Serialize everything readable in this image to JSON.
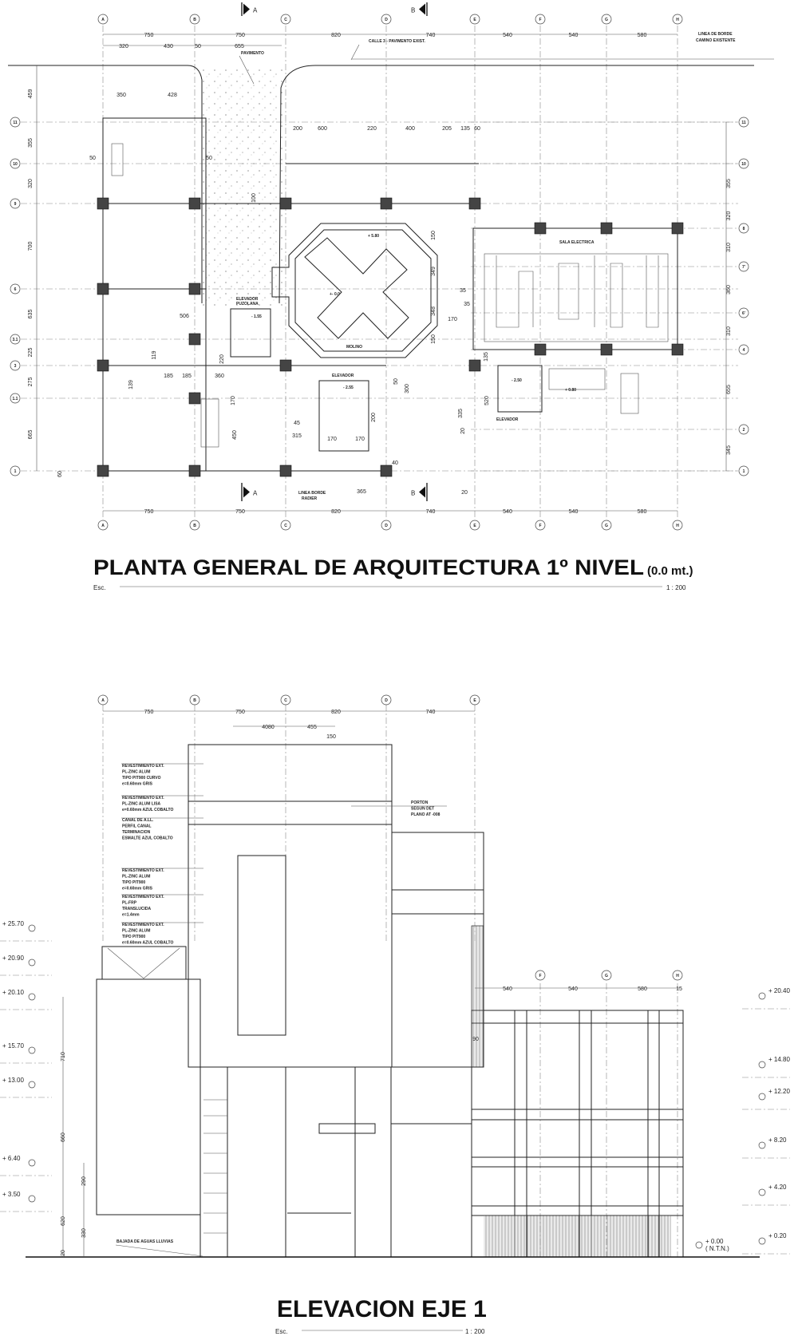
{
  "plan": {
    "title": "PLANTA GENERAL DE ARQUITECTURA 1º NIVEL",
    "title_suffix": "(0.0 mt.)",
    "scale_label": "Esc.",
    "scale_value": "1 : 200",
    "columns": [
      "A",
      "B",
      "C",
      "D",
      "E",
      "F",
      "G",
      "H"
    ],
    "rows_left": [
      "11",
      "10",
      "9",
      "6",
      "3.1",
      "3",
      "1.1",
      "1"
    ],
    "rows_right": [
      "11",
      "10",
      "8",
      "7'",
      "6'",
      "4",
      "2",
      "1"
    ],
    "section_markers": [
      "A",
      "B"
    ],
    "top_dims": [
      "750",
      "750",
      "820",
      "740",
      "540",
      "540",
      "580"
    ],
    "top_subdims": [
      "320",
      "430",
      "50",
      "655"
    ],
    "bottom_dims": [
      "750",
      "750",
      "820",
      "740",
      "540",
      "540",
      "580"
    ],
    "left_dims": [
      "459",
      "355",
      "320",
      "700",
      "635",
      "225",
      "275",
      "665"
    ],
    "right_dims": [
      "355",
      "320",
      "310",
      "360",
      "310",
      "655",
      "345"
    ],
    "labels": {
      "pavimento": "PAVIMENTO",
      "calle": "CALLE 3 - PAVIMENTO EXIST.",
      "linea_borde_1": "LINEA DE BORDE",
      "linea_borde_2": "CAMINO EXISTENTE",
      "elevador_puzolana_1": "ELEVADOR",
      "elevador_puzolana_2": "PUZOLANA",
      "molino": "MOLINO",
      "sala_electrica": "SALA ELECTRICA",
      "elevador_1": "ELEVADOR",
      "elevador_2": "ELEVADOR",
      "linea_radier_1": "LINEA BORDE",
      "linea_radier_2": "RADIER"
    },
    "levels": [
      "+ 5.80",
      "+- 0.0",
      "- 1.55",
      "- 2.55",
      "- 2.50",
      "+ 0.80"
    ],
    "misc_dims": [
      "350",
      "428",
      "50",
      "50",
      "200",
      "600",
      "220",
      "400",
      "205",
      "135",
      "60",
      "100",
      "506",
      "185",
      "185",
      "360",
      "220",
      "170",
      "150",
      "349",
      "348",
      "150",
      "35",
      "35",
      "45",
      "315",
      "170",
      "170",
      "200",
      "50",
      "300",
      "365",
      "40",
      "20",
      "135",
      "520",
      "335",
      "20",
      "60",
      "450",
      "170",
      "119",
      "139"
    ]
  },
  "elevation": {
    "title": "ELEVACION EJE 1",
    "scale_label": "Esc.",
    "scale_value": "1 : 200",
    "columns_left": [
      "A",
      "B",
      "C",
      "D",
      "E"
    ],
    "columns_right": [
      "F",
      "G",
      "H"
    ],
    "top_dims": [
      "750",
      "750",
      "820",
      "740"
    ],
    "sub_dims": [
      "4080",
      "455",
      "150"
    ],
    "right_dims": [
      "540",
      "540",
      "580",
      "15"
    ],
    "side_dim": "90",
    "left_vdims": [
      "710",
      "660",
      "620",
      "290",
      "330",
      "20"
    ],
    "levels_left": [
      "+ 25.70",
      "+ 20.90",
      "+ 20.10",
      "+ 15.70",
      "+ 13.00",
      "+ 6.40",
      "+ 3.50"
    ],
    "levels_right": [
      "+ 20.40",
      "+ 14.80",
      "+ 12.20",
      "+ 8.20",
      "+ 4.20",
      "+ 0.20"
    ],
    "ground_level": "+ 0.00",
    "ground_level_note": "( N.T.N.)",
    "notes": [
      [
        "REVESTIMIENTO EXT.",
        "PL-ZINC ALUM",
        "TIPO PIT900 CURVO",
        "e=0.60mm GRIS"
      ],
      [
        "REVESTIMIENTO EXT.",
        "PL-ZINC ALUM LISA",
        "e=0.60mm AZUL COBALTO"
      ],
      [
        "CANAL DE A.LL.",
        "PERFIL CANAL",
        "TERMINACION",
        "ESMALTE AZUL COBALTO"
      ],
      [
        "REVESTIMIENTO EXT.",
        "PL-ZINC ALUM",
        "TIPO PIT900",
        "e=0.60mm GRIS"
      ],
      [
        "REVESTIMIENTO EXT.",
        "PL-FRP",
        "TRANSLUCIDA",
        "e=1.4mm"
      ],
      [
        "REVESTIMIENTO EXT.",
        "PL-ZINC ALUM",
        "TIPO PIT900",
        "e=0.60mm AZUL COBALTO"
      ]
    ],
    "porton": [
      "PORTON",
      "SEGUN DET",
      "PLANO AT -008"
    ],
    "bajada": "BAJADA DE AGUAS LLUVIAS"
  }
}
